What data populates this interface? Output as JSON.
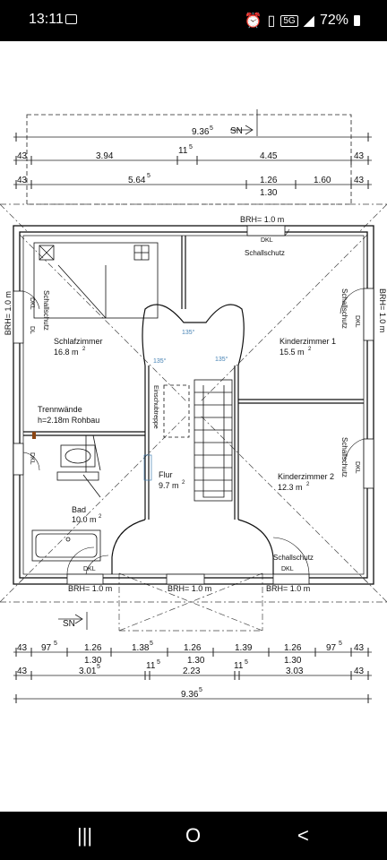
{
  "status_bar": {
    "time": "13:11",
    "network": "5G",
    "battery": "72%"
  },
  "plan": {
    "top_dims": {
      "total": "9.36",
      "total_sup": "5",
      "north": "SN",
      "row1": {
        "left": "43",
        "a": "3.94",
        "mid": "11",
        "mid_sup": "5",
        "b": "4.45",
        "right": "43"
      },
      "row2": {
        "left": "43",
        "a": "5.64",
        "a_sup": "5",
        "b": "1.26",
        "b2": "1.30",
        "c": "1.60",
        "right": "43"
      }
    },
    "brh": {
      "top": "BRH= 1.0 m",
      "left": "BRH= 1.0 m",
      "right": "BRH= 1.0 m",
      "bottom_left": "BRH= 1.0 m",
      "bottom_mid": "BRH= 1.0 m",
      "bottom_right": "BRH= 1.0 m"
    },
    "rooms": {
      "schlafzimmer": {
        "name": "Schlafzimmer",
        "area": "16.8 m",
        "sup": "2"
      },
      "kinder1": {
        "name": "Kinderzimmer 1",
        "area": "15.5 m",
        "sup": "2"
      },
      "kinder2": {
        "name": "Kinderzimmer 2",
        "area": "12.3 m",
        "sup": "2"
      },
      "flur": {
        "name": "Flur",
        "area": "9.7 m",
        "sup": "2"
      },
      "bad": {
        "name": "Bad",
        "area": "10.0 m",
        "sup": "2"
      }
    },
    "labels": {
      "schallschutz": "Schallschutz",
      "dkl": "DKL",
      "dl": "DL",
      "trennwaende_1": "Trennwände",
      "trennwaende_2": "h=2.18m Rohbau",
      "einschubtreppe": "Einschubtreppe",
      "angle": "135°"
    },
    "bottom_dims": {
      "north": "SN",
      "row1": [
        "43",
        "97",
        "1.26",
        "1.38",
        "1.26",
        "1.39",
        "1.26",
        "97",
        "43"
      ],
      "row1_sup": "5",
      "row1_sub": [
        "1.30",
        "1.30",
        "1.30"
      ],
      "row2": [
        "43",
        "3.01",
        "11",
        "2.23",
        "11",
        "3.03",
        "43"
      ],
      "row2_sup": "5",
      "total": "9.36",
      "total_sup": "5"
    }
  },
  "nav_bar": {
    "recents": "|||",
    "home": "O",
    "back": "<"
  }
}
